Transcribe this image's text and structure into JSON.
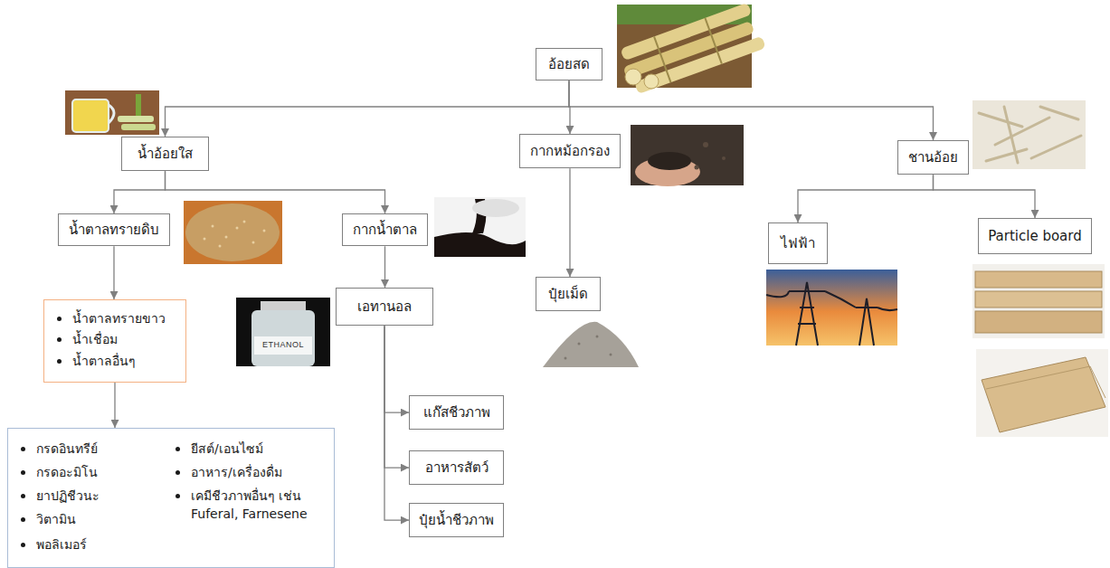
{
  "diagram": {
    "nodes": [
      {
        "text": [
          "อ้อยสด"
        ]
      },
      {
        "text": [
          "น้ำอ้อยใส"
        ]
      },
      {
        "text": [
          "กากหม้อกรอง"
        ]
      },
      {
        "text": [
          "ชานอ้อย"
        ]
      },
      {
        "text": [
          "น้ำตาลทรายดิบ"
        ]
      },
      {
        "text": [
          "กากน้ำตาล"
        ]
      },
      {
        "text": [
          "ไฟฟ้า"
        ]
      },
      {
        "text": [
          "Particle board"
        ]
      },
      {
        "text": [
          "ปุ๋ยเม็ด"
        ]
      },
      {
        "text": [
          "เอทานอล"
        ]
      },
      {
        "text": [
          "น้ำตาลทรายขาว",
          "น้ำเชื่อม",
          "น้ำตาลอื่นๆ"
        ]
      },
      {
        "text": [
          "แก๊สชีวภาพ"
        ]
      },
      {
        "text": [
          "กรดอินทรีย์",
          "กรดอะมิโน",
          "ยาปฏิชีวนะ",
          "วิตามิน",
          "พอลิเมอร์",
          "ยีสต์/เอนไซม์",
          "อาหาร/เครื่องดื่ม",
          "เคมีชีวภาพอื่นๆ เช่น Fuferal, Farnesene"
        ]
      },
      {
        "text": [
          "อาหารสัตว์"
        ]
      },
      {
        "text": [
          "ปุ๋ยน้ำชีวภาพ"
        ]
      }
    ],
    "edges": [
      {
        "from": 0,
        "to": 1,
        "arrow": "to"
      },
      {
        "from": 0,
        "to": 2,
        "arrow": "to"
      },
      {
        "from": 0,
        "to": 3,
        "arrow": "to"
      },
      {
        "from": 1,
        "to": 4,
        "arrow": "to"
      },
      {
        "from": 1,
        "to": 5,
        "arrow": "to"
      },
      {
        "from": 2,
        "to": 8,
        "arrow": "to"
      },
      {
        "from": 3,
        "to": 6,
        "arrow": "to"
      },
      {
        "from": 3,
        "to": 7,
        "arrow": "to"
      },
      {
        "from": 4,
        "to": 10,
        "arrow": "to"
      },
      {
        "from": 5,
        "to": 9,
        "arrow": "to"
      },
      {
        "from": 10,
        "to": 12,
        "arrow": "to"
      },
      {
        "from": 9,
        "to": 11,
        "arrow": "to"
      },
      {
        "from": 9,
        "to": 13,
        "arrow": "to"
      },
      {
        "from": 9,
        "to": 14,
        "arrow": "to"
      }
    ],
    "labels": [
      "ETHANOL"
    ]
  }
}
